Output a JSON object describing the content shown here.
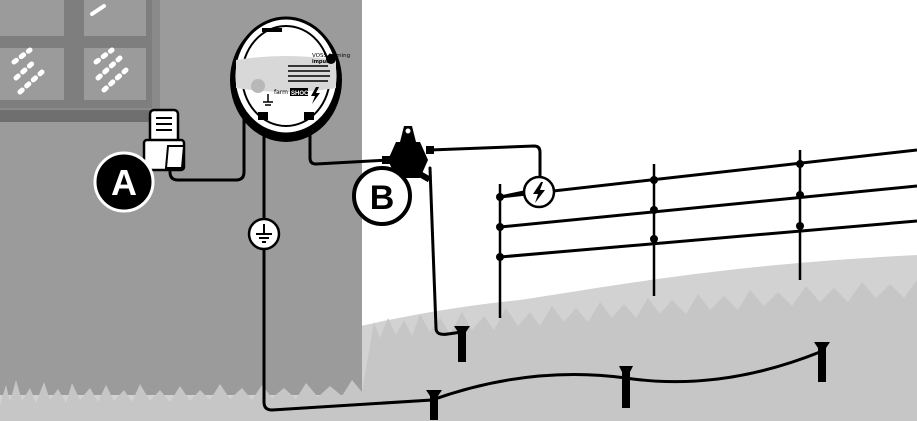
{
  "callouts": {
    "a": "A",
    "b": "B"
  },
  "energizer": {
    "brand_line1": "VOSS.farming",
    "brand_line2": "impuls",
    "model": "farm",
    "model_badge": "SHOCK"
  },
  "icons": {
    "ground": "ground-symbol-icon",
    "fence_live": "lightning-bolt-icon"
  },
  "colors": {
    "wall": "#9a9a9a",
    "grass": "#cfcfcf",
    "line": "#000000",
    "callout_a": "#000000",
    "callout_b": "#ffffff"
  }
}
